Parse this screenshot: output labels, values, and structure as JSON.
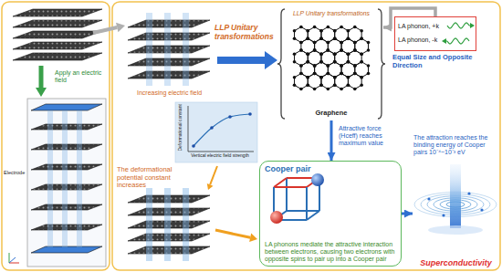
{
  "diagram": {
    "nodes": [
      {
        "text": [
          "LLP Unitary transformations",
          "Graphene"
        ]
      },
      {
        "text": [
          "LA phonon, +k",
          "LA phonon, -k",
          "Equal Size and Opposite Direction"
        ]
      },
      {
        "text": [
          "Cooper pair",
          "LA phonons mediate the attractive interaction between electrons, causing two electrons with opposite spins to pair up into a Cooper pair"
        ]
      },
      {
        "text": [
          "The attraction reaches the binding energy of Cooper pairs 10⁻⁴~10⁻³ eV",
          "Superconductivity"
        ]
      }
    ],
    "edges": [
      {
        "from": 1,
        "to": 0,
        "arrow": "to"
      },
      {
        "from": 0,
        "to": 2,
        "arrow": "to",
        "label": "Attractive force (Hceff) reaches maximum value"
      },
      {
        "from": 2,
        "to": 3,
        "arrow": "to"
      }
    ],
    "labels": [
      "Apply an electric field",
      "Electrode",
      "Increasing electric field",
      "Deformational constant",
      "Vertical electric field strength",
      "The deformational potential constant increases",
      "LLP Unitary transformations"
    ]
  }
}
